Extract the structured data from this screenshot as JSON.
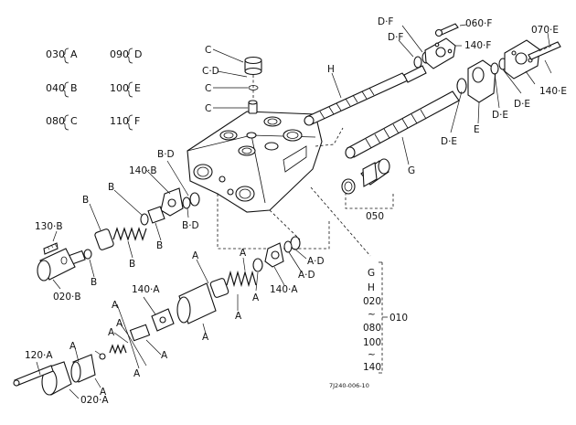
{
  "legend": [
    {
      "code": "030",
      "letter": "A"
    },
    {
      "code": "040",
      "letter": "B"
    },
    {
      "code": "080",
      "letter": "C"
    },
    {
      "code": "090",
      "letter": "D"
    },
    {
      "code": "100",
      "letter": "E"
    },
    {
      "code": "110",
      "letter": "F"
    }
  ],
  "labels": {
    "c1": "C",
    "cd": "C·D",
    "c2": "C",
    "c3": "C",
    "h_top": "H",
    "df1": "D·F",
    "df2": "D·F",
    "p060f": "060·F",
    "p140f": "140·F",
    "p070e": "070·E",
    "p140e": "140·E",
    "de1": "D·E",
    "e1": "E",
    "de2": "D·E",
    "de3": "D·E",
    "g": "G",
    "p050": "050",
    "bd1": "B·D",
    "p140b": "140·B",
    "b1": "B",
    "b2": "B",
    "bd2": "B·D",
    "b3": "B",
    "b4": "B",
    "b5": "B",
    "p130b": "130·B",
    "p020b": "020·B",
    "a1": "A",
    "a2": "A",
    "a3": "A",
    "a4": "A",
    "ad1": "A·D",
    "ad2": "A·D",
    "p140a_r": "140·A",
    "p140a_l": "140·A",
    "a5": "A",
    "a6": "A",
    "a7": "A",
    "a8": "A",
    "a9": "A",
    "a10": "A",
    "a11": "A",
    "a12": "A",
    "p120a": "120·A",
    "p020a": "020·A",
    "g2": "G",
    "h2": "H",
    "p020": "020",
    "tilde1": "~",
    "p080": "080",
    "p100": "100",
    "tilde2": "~",
    "p140": "140",
    "p010": "010",
    "drawing_no": "7J240-006-10"
  }
}
